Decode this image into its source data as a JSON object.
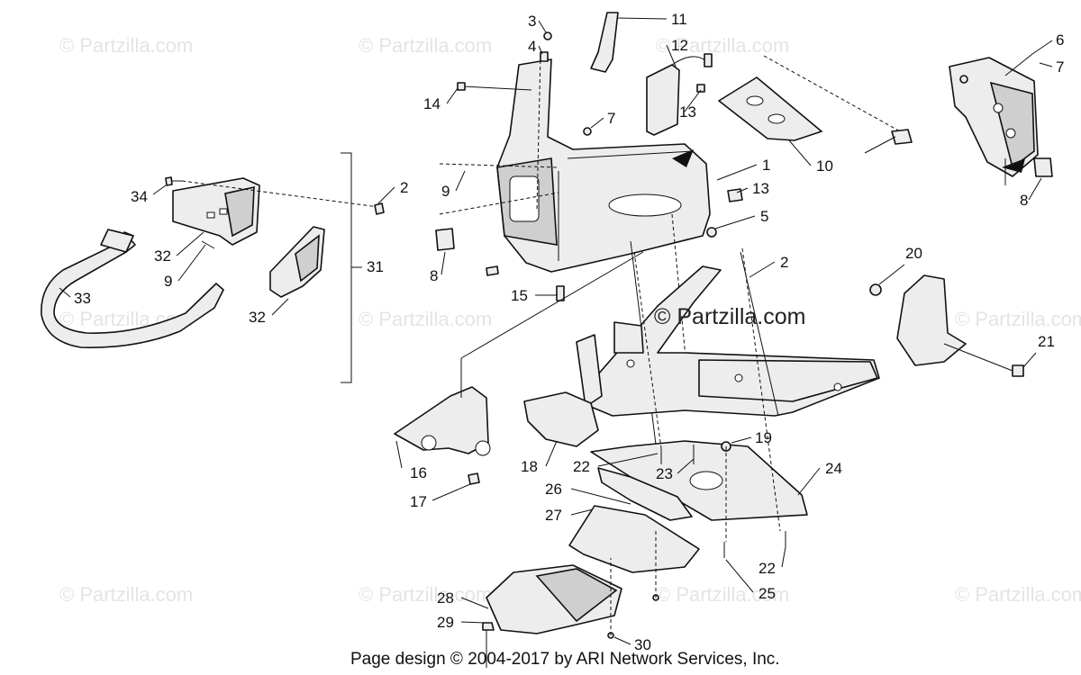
{
  "watermark": {
    "text": "© Partzilla.com",
    "main_text": "© Partzilla.com"
  },
  "footer": {
    "text": "Page design © 2004-2017 by ARI Network Services, Inc."
  },
  "callouts": [
    {
      "id": "c1",
      "label": "1"
    },
    {
      "id": "c2a",
      "label": "2"
    },
    {
      "id": "c2b",
      "label": "2"
    },
    {
      "id": "c3",
      "label": "3"
    },
    {
      "id": "c4",
      "label": "4"
    },
    {
      "id": "c5",
      "label": "5"
    },
    {
      "id": "c6",
      "label": "6"
    },
    {
      "id": "c7a",
      "label": "7"
    },
    {
      "id": "c7b",
      "label": "7"
    },
    {
      "id": "c8a",
      "label": "8"
    },
    {
      "id": "c8b",
      "label": "8"
    },
    {
      "id": "c9a",
      "label": "9"
    },
    {
      "id": "c9b",
      "label": "9"
    },
    {
      "id": "c10",
      "label": "10"
    },
    {
      "id": "c11",
      "label": "11"
    },
    {
      "id": "c12",
      "label": "12"
    },
    {
      "id": "c13a",
      "label": "13"
    },
    {
      "id": "c13b",
      "label": "13"
    },
    {
      "id": "c14",
      "label": "14"
    },
    {
      "id": "c15",
      "label": "15"
    },
    {
      "id": "c16",
      "label": "16"
    },
    {
      "id": "c17",
      "label": "17"
    },
    {
      "id": "c18",
      "label": "18"
    },
    {
      "id": "c19",
      "label": "19"
    },
    {
      "id": "c20",
      "label": "20"
    },
    {
      "id": "c21",
      "label": "21"
    },
    {
      "id": "c22a",
      "label": "22"
    },
    {
      "id": "c22b",
      "label": "22"
    },
    {
      "id": "c23",
      "label": "23"
    },
    {
      "id": "c24",
      "label": "24"
    },
    {
      "id": "c25",
      "label": "25"
    },
    {
      "id": "c26",
      "label": "26"
    },
    {
      "id": "c27",
      "label": "27"
    },
    {
      "id": "c28",
      "label": "28"
    },
    {
      "id": "c29",
      "label": "29"
    },
    {
      "id": "c30",
      "label": "30"
    },
    {
      "id": "c31",
      "label": "31"
    },
    {
      "id": "c32a",
      "label": "32"
    },
    {
      "id": "c32b",
      "label": "32"
    },
    {
      "id": "c33",
      "label": "33"
    },
    {
      "id": "c34",
      "label": "34"
    }
  ]
}
